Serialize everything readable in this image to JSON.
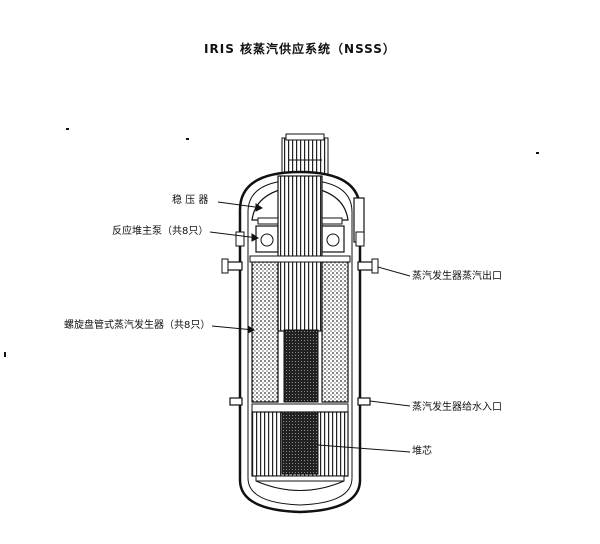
{
  "title": "IRIS 核蒸汽供应系统（NSSS）",
  "labels": {
    "pressurizer": "稳 压 器",
    "pump": "反应堆主泵（共8只）",
    "steam_generator": "螺旋盘管式蒸汽发生器（共8只）",
    "steam_outlet": "蒸汽发生器蒸汽出口",
    "feedwater_inlet": "蒸汽发生器给水入口",
    "core": "堆芯"
  },
  "colors": {
    "ink": "#111111",
    "hatch": "#555555",
    "background": "#ffffff"
  }
}
